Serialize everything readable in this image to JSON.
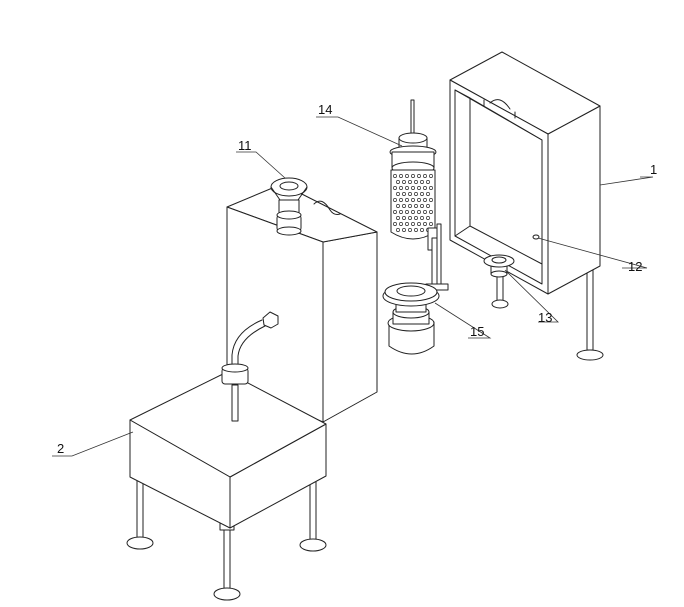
{
  "labels": {
    "l1": "1",
    "l2": "2",
    "l11": "11",
    "l12": "12",
    "l13": "13",
    "l14": "14",
    "l15": "15"
  }
}
